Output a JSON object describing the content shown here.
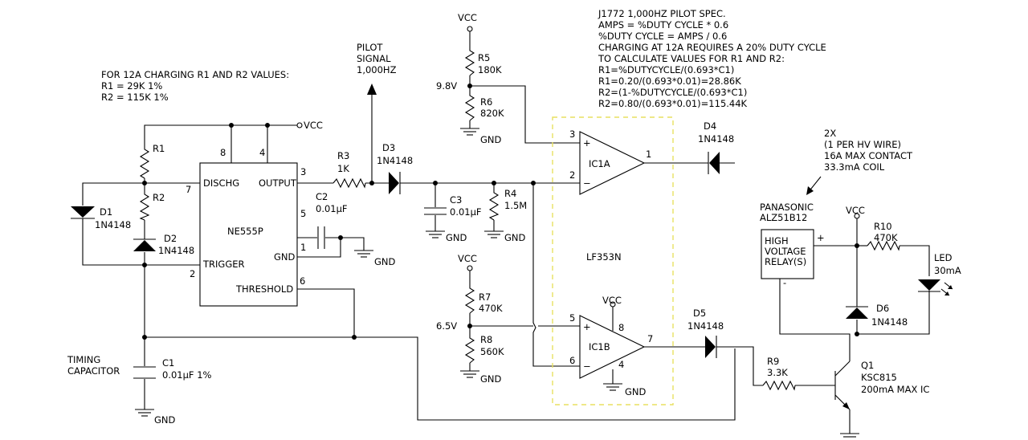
{
  "notes": {
    "r_values": [
      "FOR 12A CHARGING R1 AND R2 VALUES:",
      "R1 = 29K 1%",
      "R2 = 115K 1%"
    ],
    "spec": [
      "J1772 1,000HZ PILOT SPEC.",
      "AMPS = %DUTY CYCLE * 0.6",
      "%DUTY CYCLE = AMPS / 0.6",
      "CHARGING AT 12A REQUIRES A 20% DUTY CYCLE",
      "TO CALCULATE VALUES FOR R1 AND R2:",
      "R1=%DUTYCYCLE/(0.693*C1)",
      "R1=0.20/(0.693*0.01)=28.86K",
      "R2=(1-%DUTYCYCLE/(0.693*C1)",
      "R2=0.80/(0.693*0.01)=115.44K"
    ],
    "relay_note": [
      "2X",
      "(1 PER HV WIRE)",
      "16A MAX CONTACT",
      "33.3mA COIL"
    ],
    "pilot": [
      "PILOT",
      "SIGNAL",
      "1,000HZ"
    ],
    "timing": [
      "TIMING",
      "CAPACITOR"
    ]
  },
  "labels": {
    "vcc": "VCC",
    "gnd": "GND",
    "ic555": "NE555P",
    "pin_dischg": "DISCHG",
    "pin_output": "OUTPUT",
    "pin_trigger": "TRIGGER",
    "pin_gnd": "GND",
    "pin_threshold": "THRESHOLD",
    "ic1a": "IC1A",
    "ic1b": "IC1B",
    "lf353": "LF353N",
    "relay_mfr": "PANASONIC",
    "relay_part": "ALZ51B12",
    "relay_box": [
      "HIGH",
      "VOLTAGE",
      "RELAY(S)"
    ],
    "v98": "9.8V",
    "v65": "6.5V",
    "plus": "+",
    "minus": "−",
    "relay_minus": "-"
  },
  "pins": {
    "p8": "8",
    "p4": "4",
    "p7": "7",
    "p3": "3",
    "p5": "5",
    "p1": "1",
    "p2": "2",
    "p6": "6",
    "a3": "3",
    "a2": "2",
    "a1": "1",
    "b5": "5",
    "b8": "8",
    "b7": "7",
    "b6": "6",
    "b4": "4"
  },
  "components": {
    "R1": {
      "ref": "R1"
    },
    "R2": {
      "ref": "R2"
    },
    "R3": {
      "ref": "R3",
      "value": "1K"
    },
    "R4": {
      "ref": "R4",
      "value": "1.5M"
    },
    "R5": {
      "ref": "R5",
      "value": "180K"
    },
    "R6": {
      "ref": "R6",
      "value": "820K"
    },
    "R7": {
      "ref": "R7",
      "value": "470K"
    },
    "R8": {
      "ref": "R8",
      "value": "560K"
    },
    "R9": {
      "ref": "R9",
      "value": "3.3K"
    },
    "R10": {
      "ref": "R10",
      "value": "470K"
    },
    "C1": {
      "ref": "C1",
      "value": "0.01µF 1%"
    },
    "C2": {
      "ref": "C2",
      "value": "0.01µF"
    },
    "C3": {
      "ref": "C3",
      "value": "0.01µF"
    },
    "D1": {
      "ref": "D1",
      "value": "1N4148"
    },
    "D2": {
      "ref": "D2",
      "value": "1N4148"
    },
    "D3": {
      "ref": "D3",
      "value": "1N4148"
    },
    "D4": {
      "ref": "D4",
      "value": "1N4148"
    },
    "D5": {
      "ref": "D5",
      "value": "1N4148"
    },
    "D6": {
      "ref": "D6",
      "value": "1N4148"
    },
    "LED": {
      "ref": "LED",
      "value": "30mA"
    },
    "Q1": {
      "ref": "Q1",
      "value": "KSC815",
      "note": "200mA MAX IC"
    }
  }
}
